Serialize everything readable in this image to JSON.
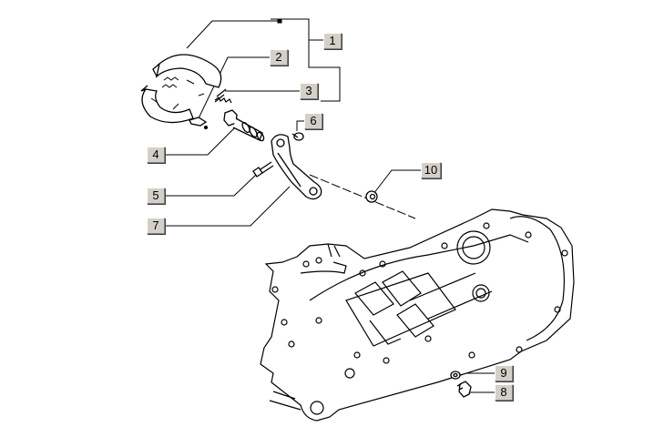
{
  "diagram": {
    "title": "Exploded parts view - rear brake shoes, brake cam & lever, crankcase",
    "colors": {
      "background": "#ffffff",
      "line": "#000000",
      "callout_face": "#d4d0c8"
    },
    "callouts": [
      {
        "id": "1",
        "label": "1",
        "part": "brake-shoe-set"
      },
      {
        "id": "2",
        "label": "2",
        "part": "brake-shoe-clip"
      },
      {
        "id": "3",
        "label": "3",
        "part": "brake-shoe-spring"
      },
      {
        "id": "4",
        "label": "4",
        "part": "brake-cam-shaft"
      },
      {
        "id": "5",
        "label": "5",
        "part": "lever-bolt"
      },
      {
        "id": "6",
        "label": "6",
        "part": "lever-pin"
      },
      {
        "id": "7",
        "label": "7",
        "part": "brake-lever"
      },
      {
        "id": "8",
        "label": "8",
        "part": "drain-plug"
      },
      {
        "id": "9",
        "label": "9",
        "part": "drain-plug-washer"
      },
      {
        "id": "10",
        "label": "10",
        "part": "shaft-seal-washer"
      }
    ]
  }
}
